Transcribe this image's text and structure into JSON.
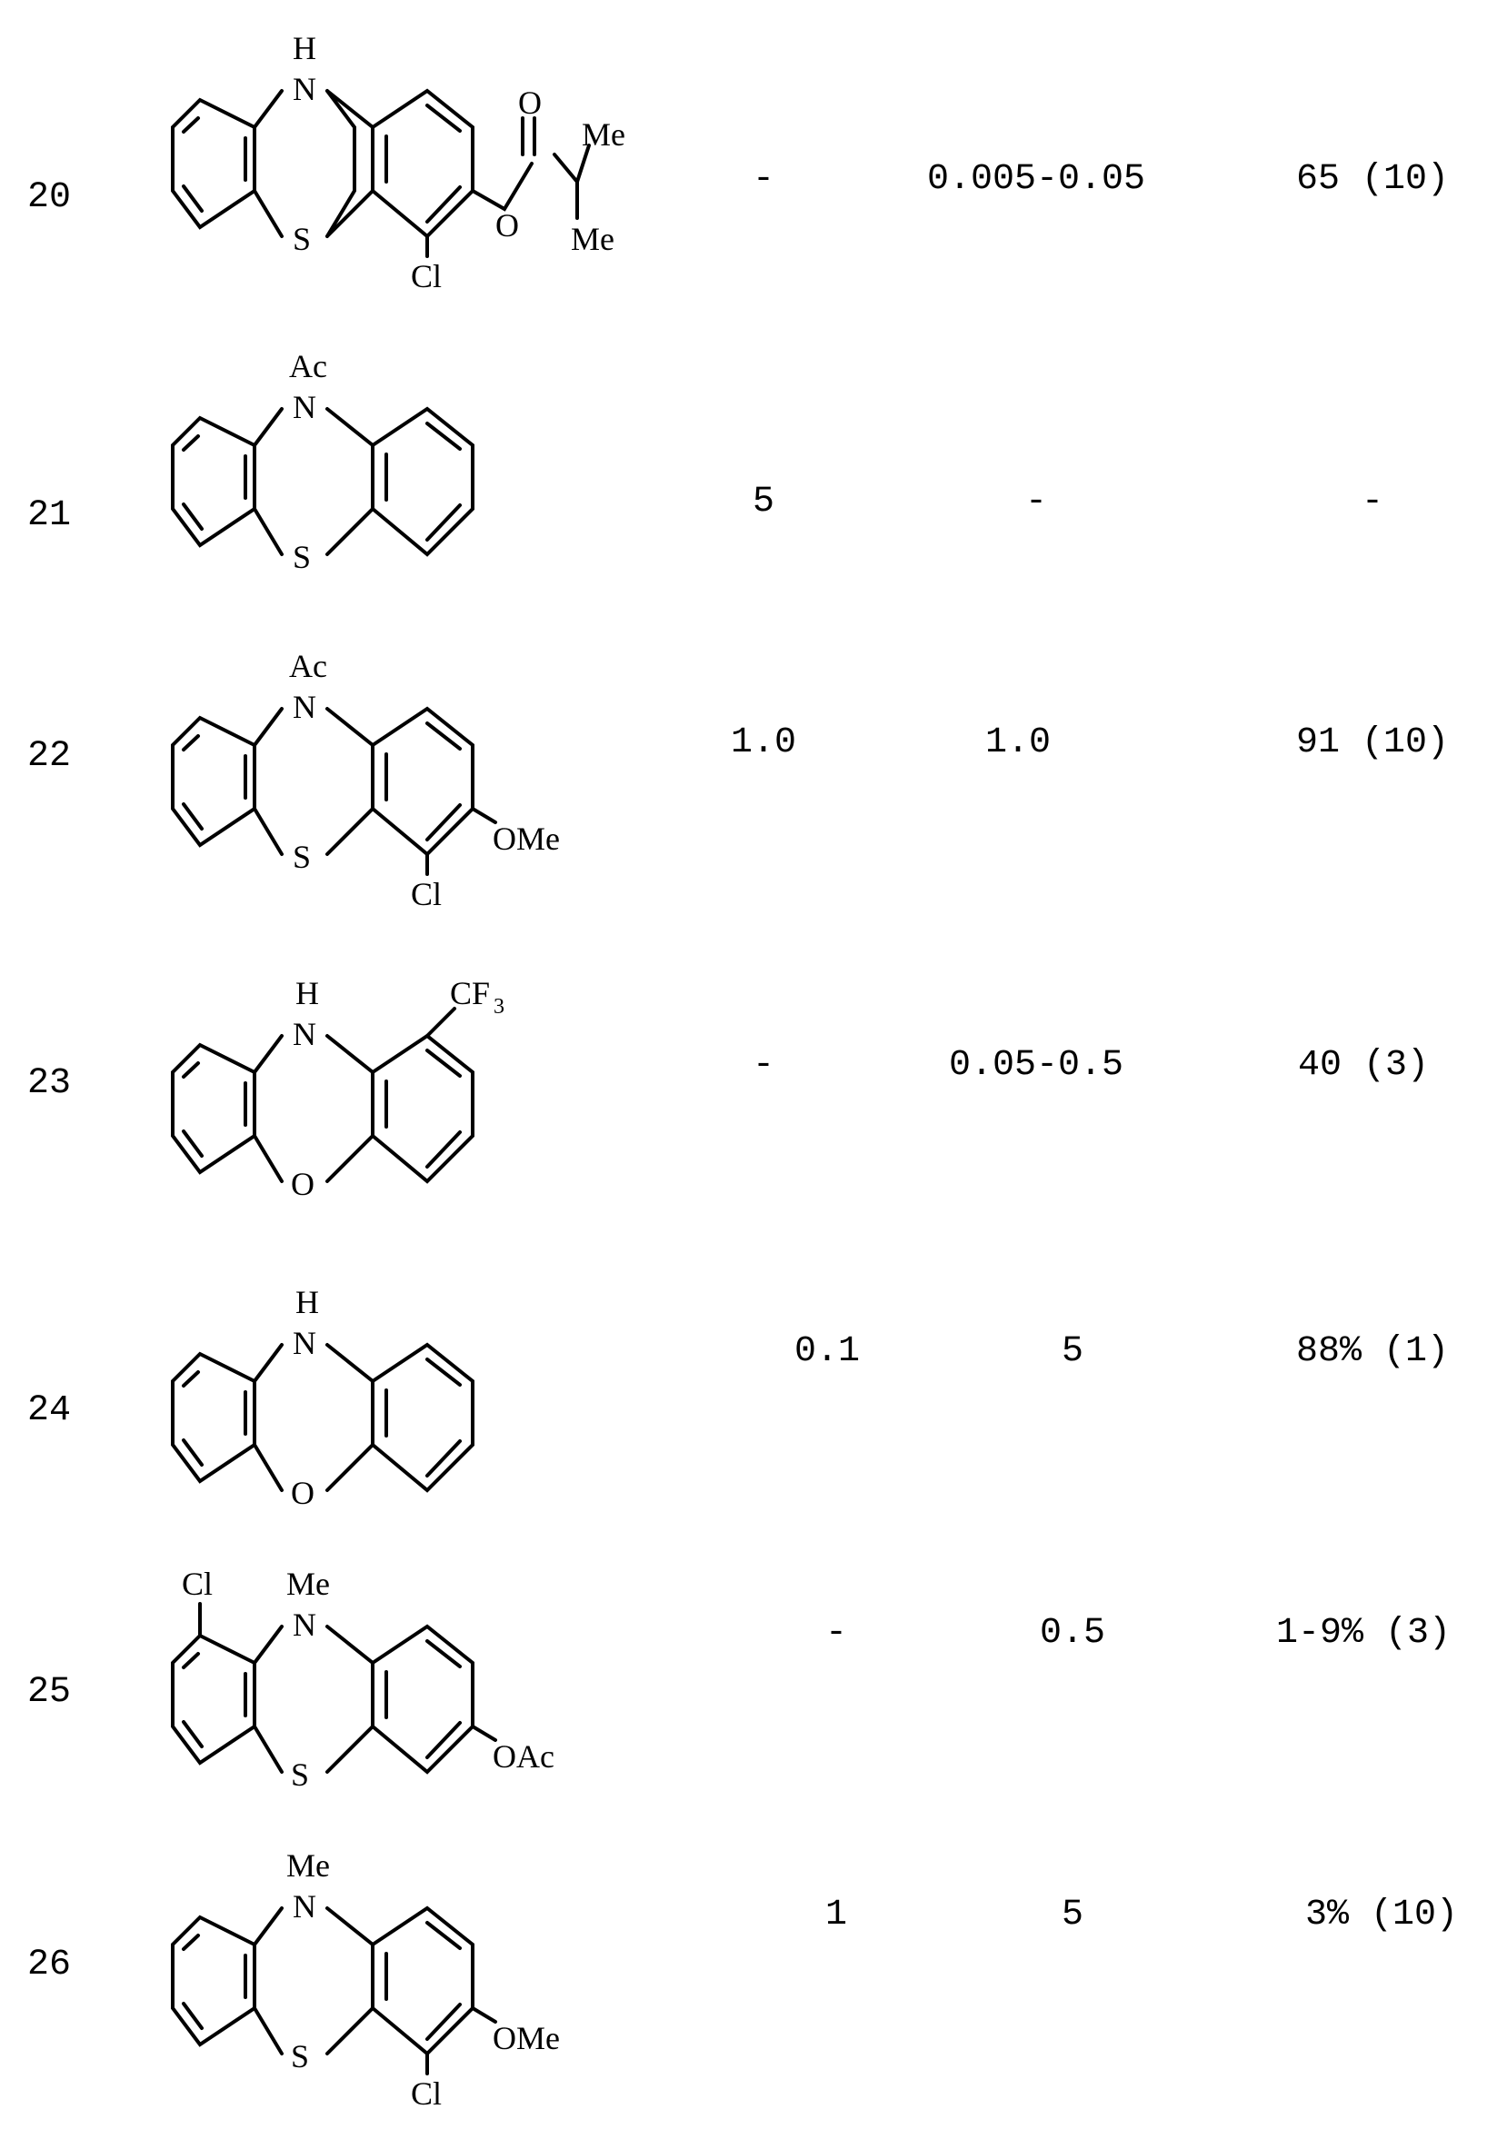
{
  "rows": [
    {
      "num": "20",
      "col1": "-",
      "col2": "0.005-0.05",
      "col3": "65 (10)",
      "mol": {
        "N_sub": "H",
        "bridge": "S",
        "substituents": [
          "Cl",
          "Me",
          "Me"
        ],
        "labels": {
          "o": "O",
          "o2": "O",
          "me1": "Me",
          "me2": "Me",
          "cl": "Cl"
        }
      }
    },
    {
      "num": "21",
      "col1": "5",
      "col2": "-",
      "col3": "-",
      "mol": {
        "N_sub": "Ac",
        "bridge": "S",
        "substituents": []
      }
    },
    {
      "num": "22",
      "col1": "1.0",
      "col2": "1.0",
      "col3": "91 (10)",
      "mol": {
        "N_sub": "Ac",
        "bridge": "S",
        "substituents": [
          "OMe",
          "Cl"
        ]
      }
    },
    {
      "num": "23",
      "col1": "-",
      "col2": "0.05-0.5",
      "col3": "40 (3)",
      "mol": {
        "N_sub": "H",
        "bridge": "O",
        "substituents": [
          "CF3"
        ],
        "labels": {
          "cf": "CF",
          "cf_sub": "3"
        }
      }
    },
    {
      "num": "24",
      "col1": "0.1",
      "col2": "5",
      "col3": "88% (1)",
      "mol": {
        "N_sub": "H",
        "bridge": "O",
        "substituents": []
      }
    },
    {
      "num": "25",
      "col1": "-",
      "col2": "0.5",
      "col3": "1-9% (3)",
      "mol": {
        "N_sub": "Me",
        "bridge": "S",
        "substituents": [
          "Cl",
          "OAc"
        ]
      }
    },
    {
      "num": "26",
      "col1": "1",
      "col2": "5",
      "col3": "3% (10)",
      "mol": {
        "N_sub": "Me",
        "bridge": "S",
        "substituents": [
          "OMe",
          "Cl"
        ]
      }
    }
  ],
  "atoms": {
    "N": "N",
    "S": "S",
    "O": "O"
  }
}
